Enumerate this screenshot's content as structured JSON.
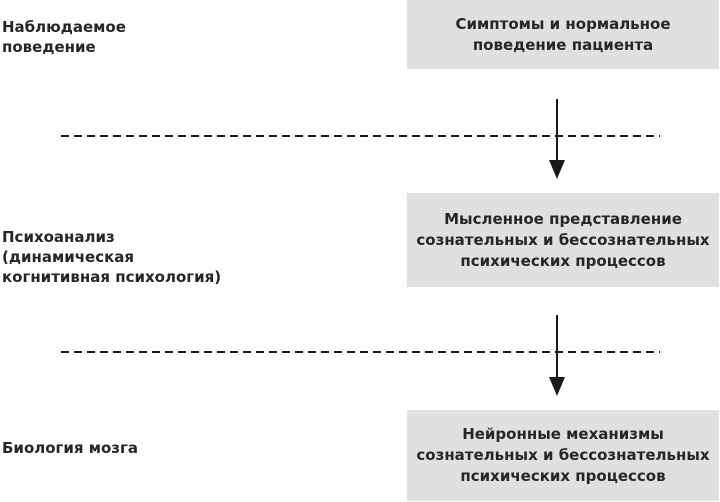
{
  "colors": {
    "background": "#ffffff",
    "box_fill": "#e0e0e0",
    "text": "#262626",
    "line": "#1a1a1a"
  },
  "rows": [
    {
      "label": "Наблюдаемое\nповедение",
      "box": "Симптомы и нормальное\nповедение пациента"
    },
    {
      "label": "Психоанализ\n(динамическая\nкогнитивная психология)",
      "box": "Мысленное представление\nсознательных и бессознательных\nпсихических процессов"
    },
    {
      "label": "Биология мозга",
      "box": "Нейронные механизмы\nсознательных и бессознательных\nпсихических процессов"
    }
  ]
}
